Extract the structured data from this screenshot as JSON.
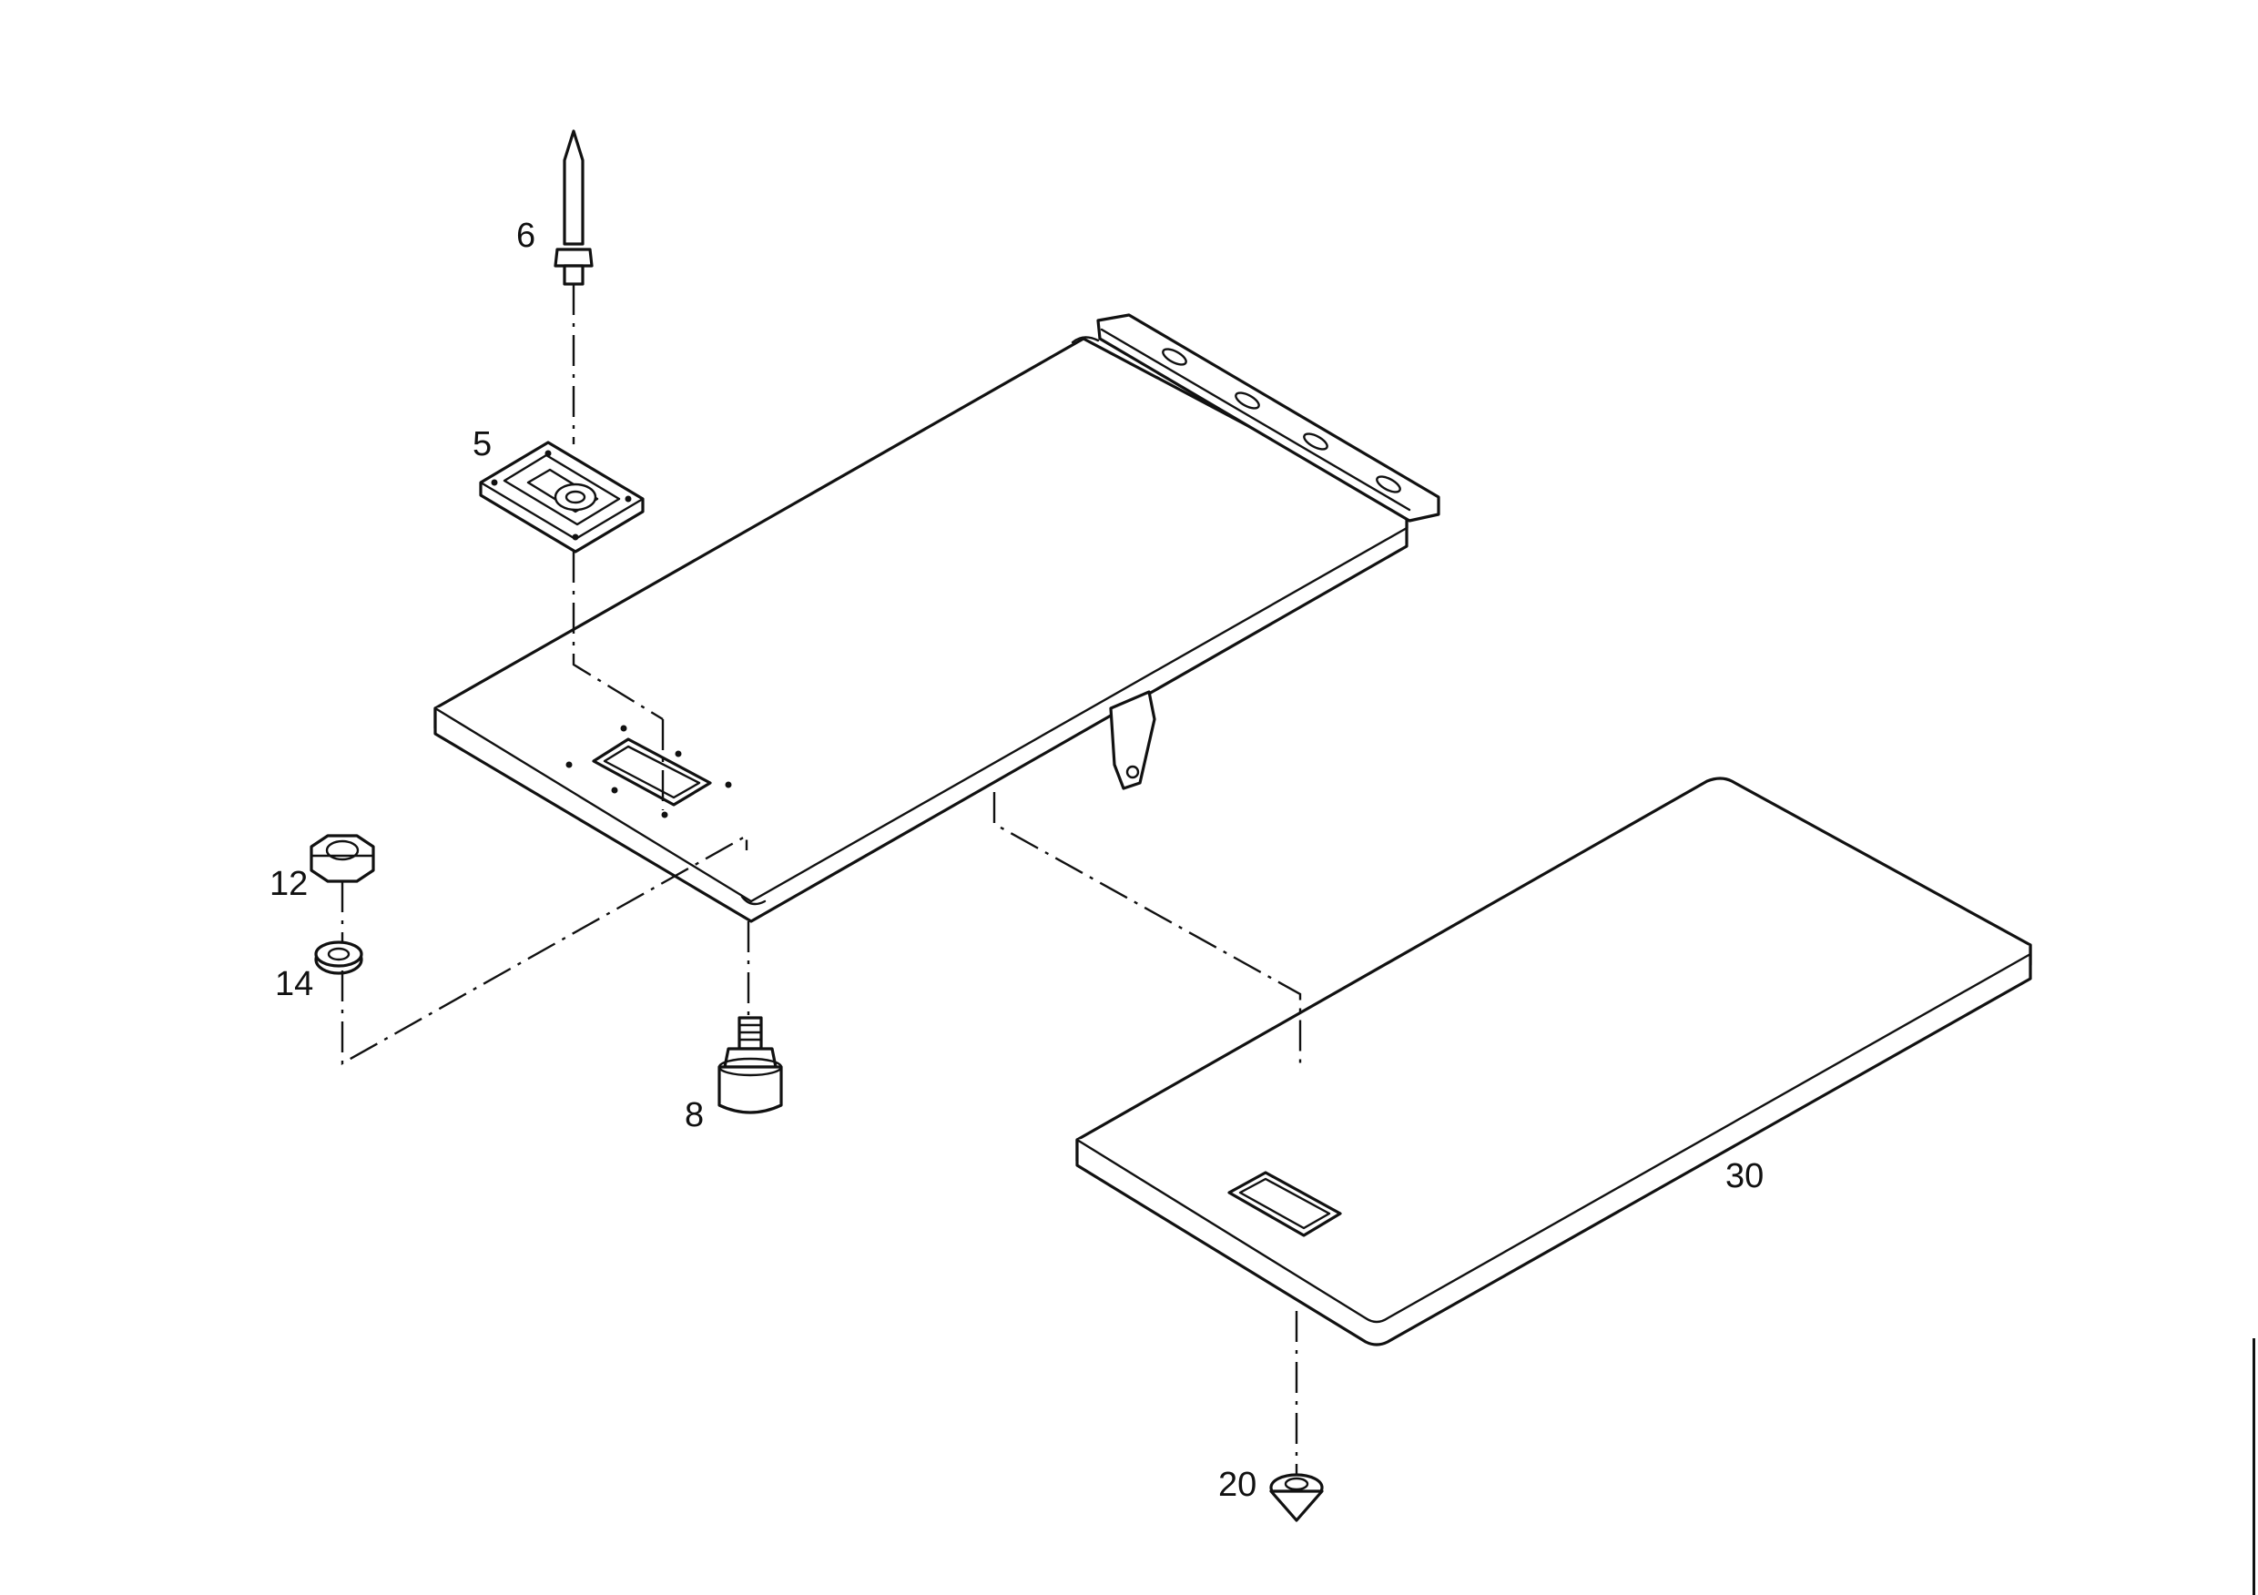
{
  "callouts": {
    "pin": "6",
    "plate": "5",
    "nut": "12",
    "washer": "14",
    "foot": "8",
    "board": "30",
    "glide": "20"
  }
}
